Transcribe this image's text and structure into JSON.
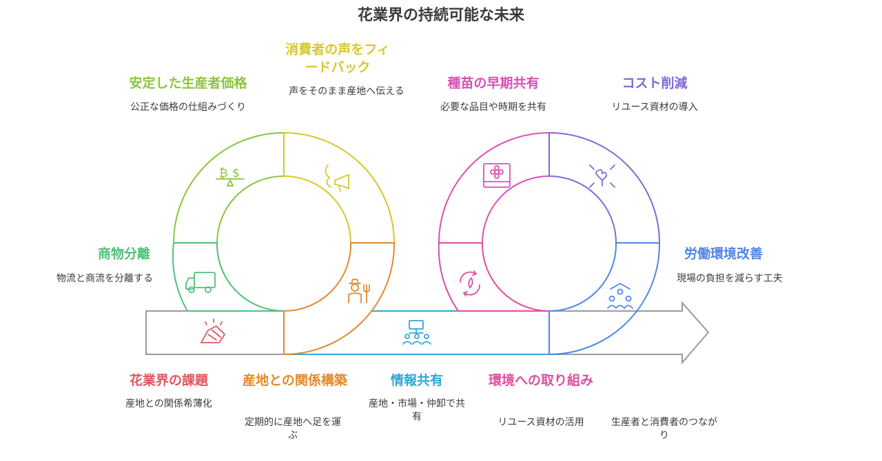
{
  "title": "花業界の持続可能な未来",
  "colors": {
    "red": "#e0555d",
    "orange": "#e08a2e",
    "cyan": "#2fa7d3",
    "pink": "#dd4ea0",
    "green": "#4fc07a",
    "lime": "#8cc43b",
    "yellow": "#d9c72a",
    "magenta": "#d94fb7",
    "violet": "#8068d8",
    "blue": "#4f86e6",
    "gray": "#8a8a8a"
  },
  "stages": [
    {
      "key": "kadai",
      "title": "花業界の課題",
      "desc": "産地との関係希薄化",
      "icon": "handshake-icon"
    },
    {
      "key": "kankei",
      "title": "産地との関係構築",
      "desc": "定期的に産地へ足を運ぶ",
      "icon": "farmer-icon"
    },
    {
      "key": "joho",
      "title": "情報共有",
      "desc": "産地・市場・仲卸で共有",
      "icon": "network-icon"
    },
    {
      "key": "kankyo",
      "title": "環境への取り組み",
      "desc": "リユース資材の活用",
      "icon": "recycle-icon"
    },
    {
      "key": "tsunagari",
      "title": "",
      "desc": "生産者と消費者のつながり",
      "icon": ""
    },
    {
      "key": "shoubutsu",
      "title": "商物分離",
      "desc": "物流と商流を分離する",
      "icon": "truck-icon"
    },
    {
      "key": "kakaku",
      "title": "安定した生産者価格",
      "desc": "公正な価格の仕組みづくり",
      "icon": "balance-icon"
    },
    {
      "key": "koe",
      "title": "消費者の声をフィードバック",
      "desc": "声をそのまま産地へ伝える",
      "icon": "megaphone-icon"
    },
    {
      "key": "shubyo",
      "title": "種苗の早期共有",
      "desc": "必要な品目や時期を共有",
      "icon": "seed-icon"
    },
    {
      "key": "cost",
      "title": "コスト削減",
      "desc": "リユース資材の導入",
      "icon": "reduce-icon"
    },
    {
      "key": "roudou",
      "title": "労働環境改善",
      "desc": "現場の負担を減らす工夫",
      "icon": "team-icon"
    }
  ]
}
